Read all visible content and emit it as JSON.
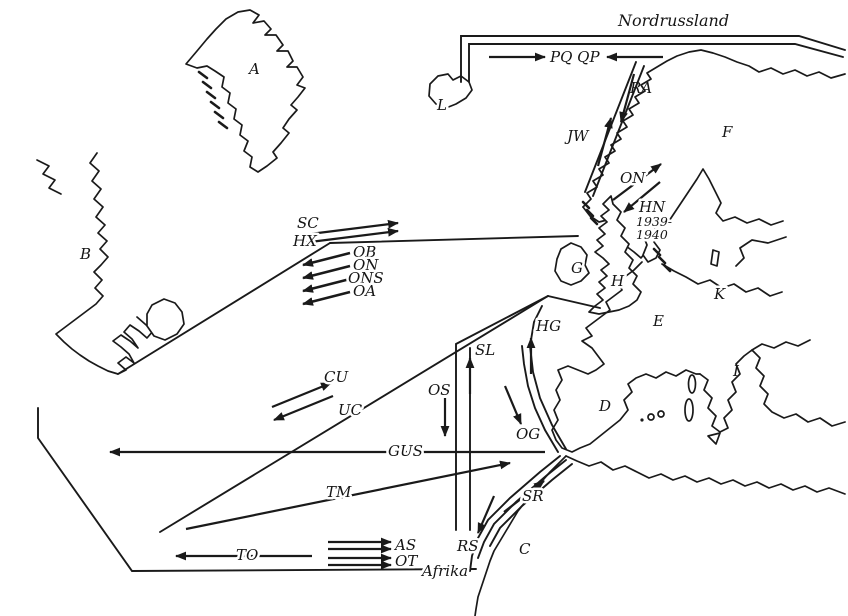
{
  "colors": {
    "ink": "#1a1a1a",
    "paper": "#ffffff"
  },
  "labels": {
    "nordrussland": "Nordrussland",
    "afrika": "Afrika",
    "region_a": "A",
    "region_b": "B",
    "region_c": "C",
    "region_d": "D",
    "region_e": "E",
    "region_f": "F",
    "region_g": "G",
    "region_h": "H",
    "region_i": "I",
    "region_k": "K",
    "region_l": "L",
    "pq_qp": "PQ QP",
    "ra": "RA",
    "jw": "JW",
    "on_norway": "ON",
    "hn": "HN",
    "hn_year1": "1939-",
    "hn_year2": "1940",
    "sc": "SC",
    "hx": "HX",
    "ob": "OB",
    "on_westbound": "ON",
    "ons": "ONS",
    "oa": "OA",
    "cu": "CU",
    "uc": "UC",
    "gus": "GUS",
    "tm": "TM",
    "to": "TO",
    "as": "AS",
    "ot": "OT",
    "os": "OS",
    "sl": "SL",
    "hg": "HG",
    "og": "OG",
    "sr": "SR",
    "rs": "RS"
  }
}
